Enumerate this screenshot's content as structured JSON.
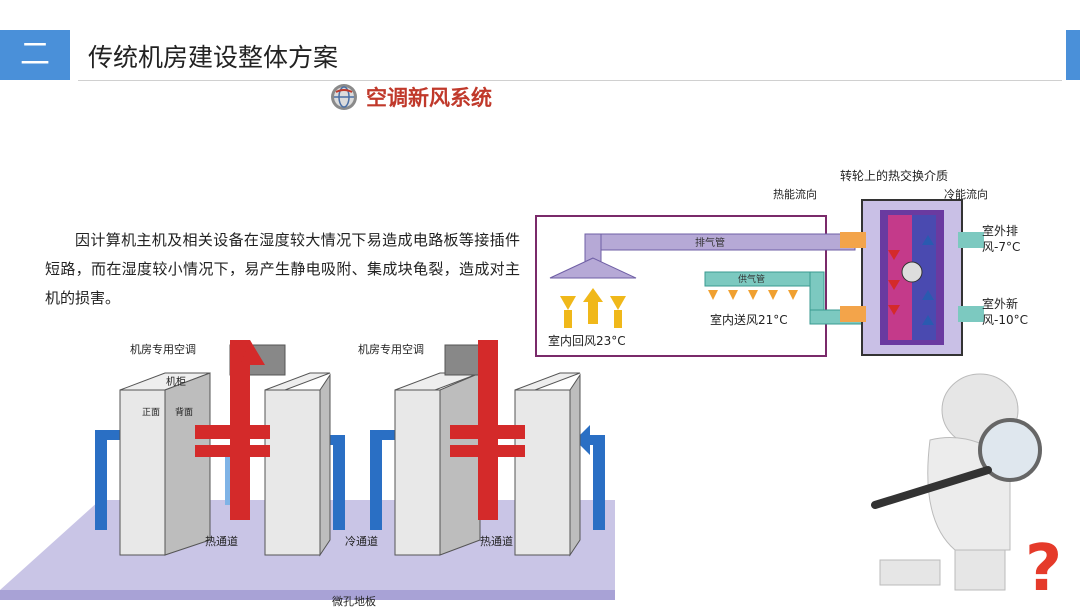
{
  "header": {
    "badge": "二",
    "title": "传统机房建设整体方案"
  },
  "section": {
    "title": "空调新风系统",
    "icon": "globe-logo-icon"
  },
  "paragraph": "因计算机主机及相关设备在湿度较大情况下易造成电路板等接插件短路，而在湿度较小情况下，易产生静电吸附、集成块龟裂，造成对主机的损害。",
  "fresh_air_diagram": {
    "top_label": "转轮上的热交换介质",
    "hot_flow": "热能流向",
    "cold_flow": "冷能流向",
    "exhaust_pipe": "排气管",
    "supply_pipe": "供气管",
    "return_air": "室内回风23°C",
    "supply_air": "室内送风21°C",
    "outdoor_exhaust_1": "室外排",
    "outdoor_exhaust_2": "风-7°C",
    "outdoor_fresh_1": "室外新",
    "outdoor_fresh_2": "风-10°C"
  },
  "datacenter_diagram": {
    "ac_left": "机房专用空调",
    "ac_right": "机房专用空调",
    "cabinet": "机柜",
    "front": "正面",
    "back": "背面",
    "hot_aisle": "热通道",
    "cold_aisle": "冷通道",
    "floor": "微孔地板"
  },
  "colors": {
    "accent_blue": "#4a90d9",
    "title_red": "#c0392b",
    "hot_red": "#d42a2a",
    "cold_blue": "#2a6fc4"
  }
}
